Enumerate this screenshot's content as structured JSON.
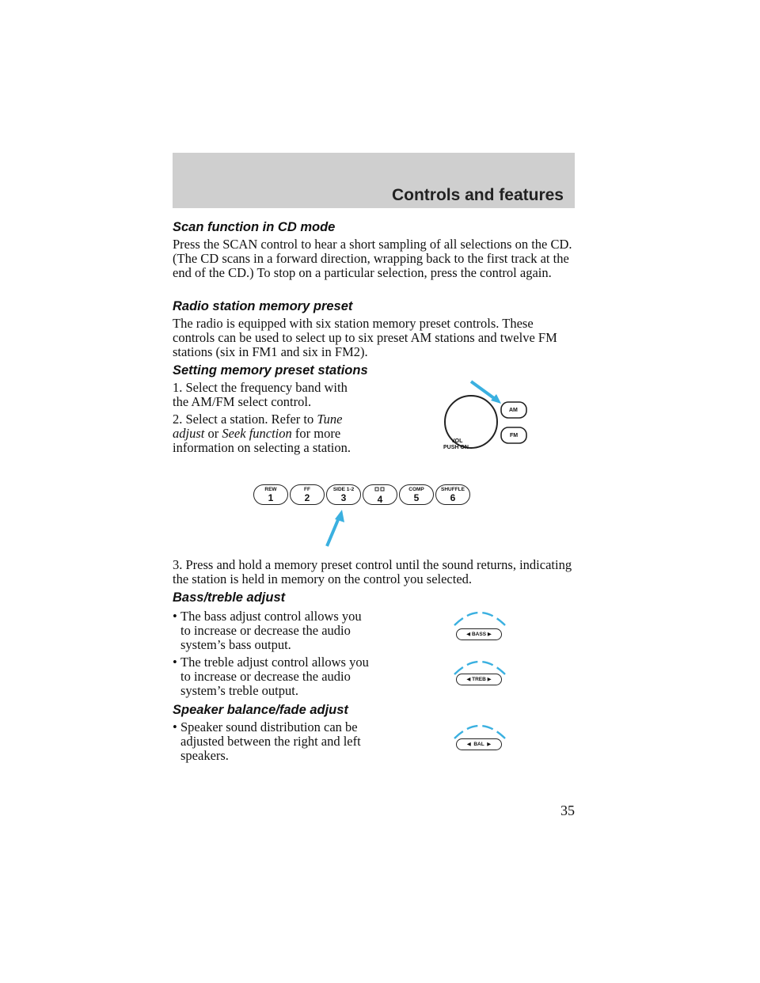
{
  "header": {
    "title": "Controls and features"
  },
  "sections": {
    "scan": {
      "heading": "Scan function in CD mode",
      "body": "Press the SCAN control to hear a short sampling of all selections on the CD. (The CD scans in a forward direction, wrapping back to the first track at the end of the CD.) To stop on a particular selection, press the control again."
    },
    "preset": {
      "heading": "Radio station memory preset",
      "body": "The radio is equipped with six station memory preset controls. These controls can be used to select up to six preset AM stations and twelve FM stations (six in FM1 and six in FM2)."
    },
    "setting": {
      "heading": "Setting memory preset stations",
      "step1": "1. Select the frequency band with the AM/FM select control.",
      "step2_a": "2. Select a station. Refer to ",
      "step2_link1": "Tune adjust",
      "step2_b": " or ",
      "step2_link2": "Seek function",
      "step2_c": " for more information on selecting a station.",
      "step3": "3. Press and hold a memory preset control until the sound returns, indicating the station is held in memory on the control you selected."
    },
    "bass": {
      "heading": "Bass/treble adjust",
      "bullet1": "The bass adjust control allows you to increase or decrease the audio system’s bass output.",
      "bullet2": "The treble adjust control allows you to increase or decrease the audio system’s treble output."
    },
    "balance": {
      "heading": "Speaker balance/fade adjust",
      "bullet1": "Speaker sound distribution can be adjusted between the right and left speakers."
    }
  },
  "diagram": {
    "vol_label": "VOL",
    "push_on_label": "PUSH ON",
    "am_label": "AM",
    "fm_label": "FM",
    "presets": [
      {
        "label": "REW",
        "number": "1"
      },
      {
        "label": "FF",
        "number": "2"
      },
      {
        "label": "SIDE 1-2",
        "number": "3"
      },
      {
        "label": "",
        "number": "4"
      },
      {
        "label": "COMP",
        "number": "5"
      },
      {
        "label": "SHUFFLE",
        "number": "6"
      }
    ],
    "bass_label": "BASS",
    "treb_label": "TREB",
    "bal_label": "BAL"
  },
  "bullet_glyph": "•",
  "page_number": "35",
  "colors": {
    "header_band": "#cfcfcf",
    "accent_arrow": "#3ab0e0",
    "arc": "#3ab0e0"
  }
}
